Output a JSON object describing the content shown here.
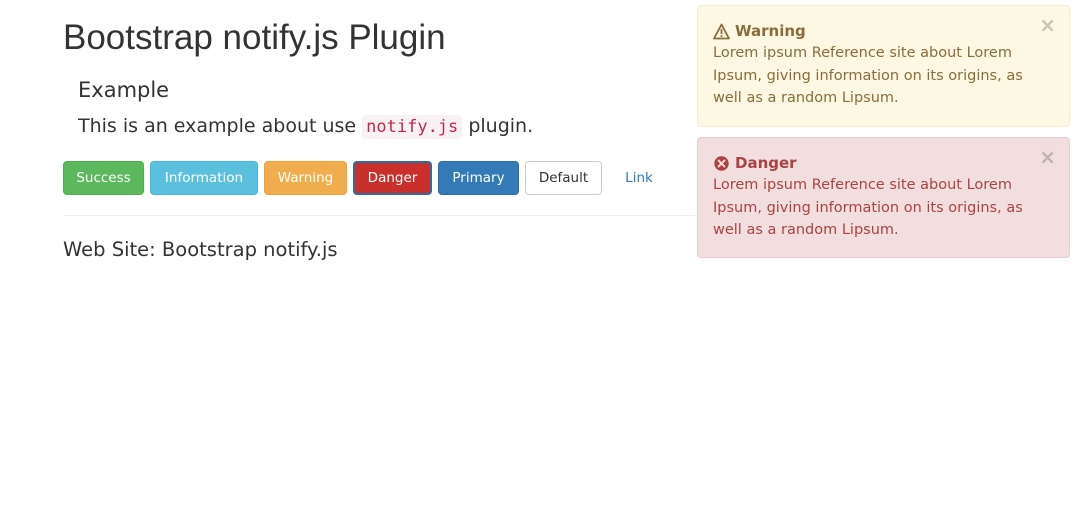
{
  "header": {
    "title": "Bootstrap notify.js Plugin"
  },
  "example": {
    "heading": "Example",
    "lead_before": "This is an example about use ",
    "lead_code": "notify.js",
    "lead_after": " plugin."
  },
  "buttons": {
    "success": "Success",
    "information": "Information",
    "warning": "Warning",
    "danger": "Danger",
    "primary": "Primary",
    "default": "Default",
    "link": "Link"
  },
  "footer": {
    "website": "Web Site: Bootstrap notify.js"
  },
  "notifications": {
    "warning": {
      "title": "Warning",
      "message": "Lorem ipsum Reference site about Lorem Ipsum, giving information on its origins, as well as a random Lipsum.",
      "close": "×",
      "icon": "warning-triangle-icon"
    },
    "danger": {
      "title": "Danger",
      "message": "Lorem ipsum Reference site about Lorem Ipsum, giving information on its origins, as well as a random Lipsum.",
      "close": "×",
      "icon": "remove-circle-icon"
    }
  },
  "colors": {
    "success": "#5cb85c",
    "info": "#5bc0de",
    "warning": "#f0ad4e",
    "danger": "#c9302c",
    "primary": "#337ab7",
    "alert_warning_bg": "#fcf8e3",
    "alert_warning_text": "#8a6d3b",
    "alert_danger_bg": "#f2dede",
    "alert_danger_text": "#a94442",
    "code_text": "#c7254e"
  }
}
